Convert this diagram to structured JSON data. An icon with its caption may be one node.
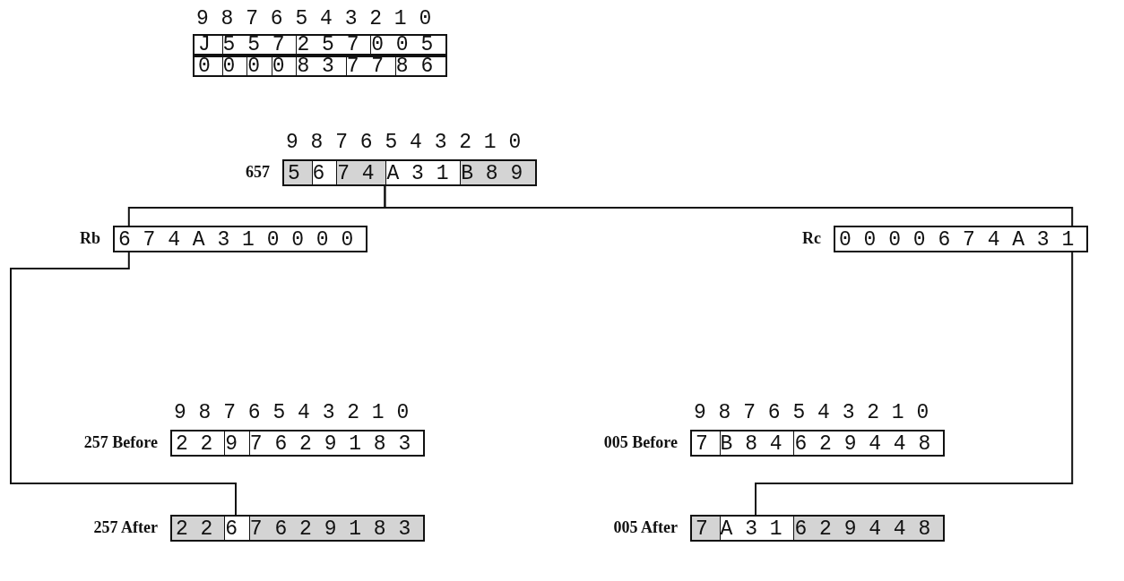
{
  "diagram": {
    "nodes": [
      {
        "text": [
          "J 5 5 7 2 5 7 0 0 5"
        ]
      },
      {
        "text": [
          "0 0 0 0 8 3 7 7 8 6"
        ]
      },
      {
        "text": [
          "5 6 7 4 A 3 1 B 8 9"
        ],
        "beside": [
          "657"
        ]
      },
      {
        "text": [
          "6 7 4 A 3 1 0 0 0 0"
        ],
        "beside": [
          "Rb"
        ]
      },
      {
        "text": [
          "0 0 0 0 6 7 4 A 3 1"
        ],
        "beside": [
          "Rc"
        ]
      },
      {
        "text": [
          "2 2 9 7 6 2 9 1 8 3"
        ],
        "beside": [
          "257 Before"
        ]
      },
      {
        "text": [
          "7 B 8 4 6 2 9 4 4 8"
        ],
        "beside": [
          "005 Before"
        ]
      },
      {
        "text": [
          "2 2 6 7 6 2 9 1 8 3"
        ],
        "beside": [
          "257 After"
        ]
      },
      {
        "text": [
          "7 A 3 1 6 2 9 4 4 8"
        ],
        "beside": [
          "005 After"
        ]
      }
    ],
    "edges": [
      {
        "from": 2,
        "to": 3,
        "arrow": "none"
      },
      {
        "from": 2,
        "to": 4,
        "arrow": "none"
      },
      {
        "from": 3,
        "to": 7,
        "arrow": "none"
      },
      {
        "from": 4,
        "to": 8,
        "arrow": "none"
      }
    ],
    "labels": [
      "9 8 7 6 5 4 3 2 1 0",
      "9 8 7 6 5 4 3 2 1 0",
      "9 8 7 6 5 4 3 2 1 0",
      "9 8 7 6 5 4 3 2 1 0"
    ]
  }
}
